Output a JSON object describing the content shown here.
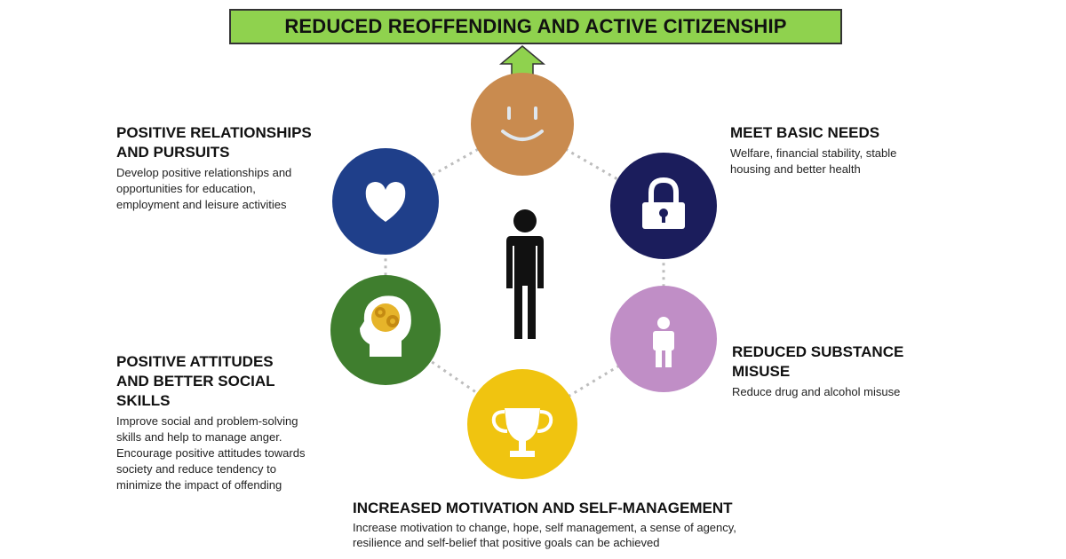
{
  "banner": {
    "title": "REDUCED REOFFENDING AND ACTIVE CITIZENSHIP"
  },
  "colors": {
    "banner": "#8fd24e",
    "arrow": "#8fd24e",
    "smile": "#c98b4f",
    "basic_needs": "#1b1d5c",
    "substance": "#c08ec6",
    "motivation": "#f0c410",
    "attitudes": "#3f7e2e",
    "relationships": "#1f3f8a",
    "person": "#111111"
  },
  "nodes": [
    {
      "id": "smile",
      "icon": "smiley-face-icon"
    },
    {
      "id": "basic_needs",
      "icon": "padlock-icon"
    },
    {
      "id": "substance",
      "icon": "person-icon"
    },
    {
      "id": "motivation",
      "icon": "trophy-icon"
    },
    {
      "id": "attitudes",
      "icon": "brain-gears-head-icon"
    },
    {
      "id": "relationships",
      "icon": "heart-icon"
    }
  ],
  "sections": {
    "relationships": {
      "heading": "POSITIVE RELATIONSHIPS\nAND PURSUITS",
      "description": "Develop positive relationships and\nopportunities for education,\nemployment and leisure activities"
    },
    "basic_needs": {
      "heading": "MEET BASIC NEEDS",
      "description": "Welfare, financial stability, stable\nhousing and better health"
    },
    "substance": {
      "heading": "REDUCED SUBSTANCE\nMISUSE",
      "description": "Reduce drug and alcohol misuse"
    },
    "attitudes": {
      "heading": "POSITIVE ATTITUDES\nAND BETTER SOCIAL\nSKILLS",
      "description": "Improve social and problem-solving\nskills and help to manage anger.\nEncourage positive attitudes towards\nsociety and reduce tendency to\nminimize the impact of offending"
    },
    "motivation": {
      "heading": "INCREASED MOTIVATION AND SELF-MANAGEMENT",
      "description": "Increase motivation to change, hope, self management, a sense of agency,\nresilience and self-belief that positive goals can be achieved"
    }
  }
}
